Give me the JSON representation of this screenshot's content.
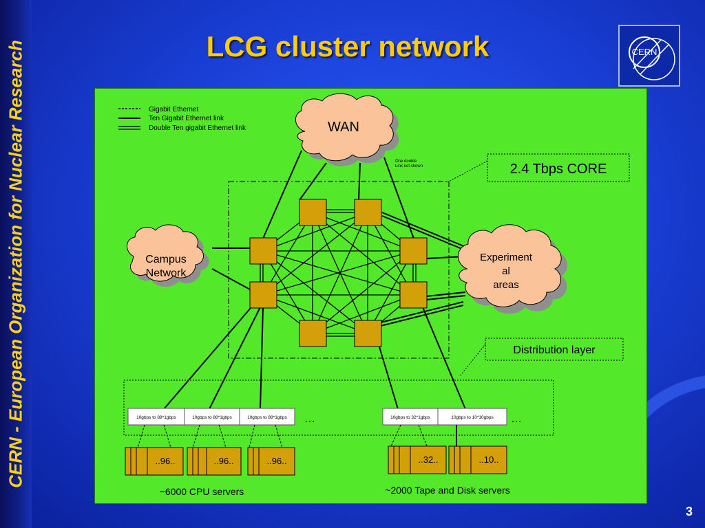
{
  "slide": {
    "title": "LCG cluster network",
    "side_text": "CERN - European Organization for Nuclear Research",
    "page_number": "3",
    "logo_text": "CERN"
  },
  "legend": [
    {
      "style": "dashed",
      "label": "Gigabit Ethernet"
    },
    {
      "style": "single",
      "label": "Ten Gigabit Ethernet link"
    },
    {
      "style": "double",
      "label": "Double Ten gigabit Ethernet link"
    }
  ],
  "clouds": {
    "wan": "WAN",
    "campus_line1": "Campus",
    "campus_line2": "Network",
    "experiment_line1": "Experiment",
    "experiment_line2": "al",
    "experiment_line3": "areas"
  },
  "notes": {
    "wan_note_line1": "One double",
    "wan_note_line2": "Link not shown"
  },
  "labels": {
    "core": "2.4 Tbps CORE",
    "distribution": "Distribution layer",
    "cpu_servers": "~6000 CPU servers",
    "tape_disk_servers": "~2000 Tape and Disk servers"
  },
  "switches": [
    "10gbps to 88*1gbps",
    "10gbps to 88*1gbps",
    "10gbps to 88*1gbps",
    "10gbps to 32*1gbps",
    "10gbps to 10*10gbps"
  ],
  "ellipsis": "…",
  "server_racks": [
    "..96..",
    "..96..",
    "..96..",
    "..32..",
    "..10.."
  ],
  "colors": {
    "panel_green": "#54e82a",
    "cloud_fill": "#fbc39a",
    "router_fill": "#d4a00a",
    "title_yellow": "#ffcc00",
    "background_blue": "#1a3fd6"
  }
}
